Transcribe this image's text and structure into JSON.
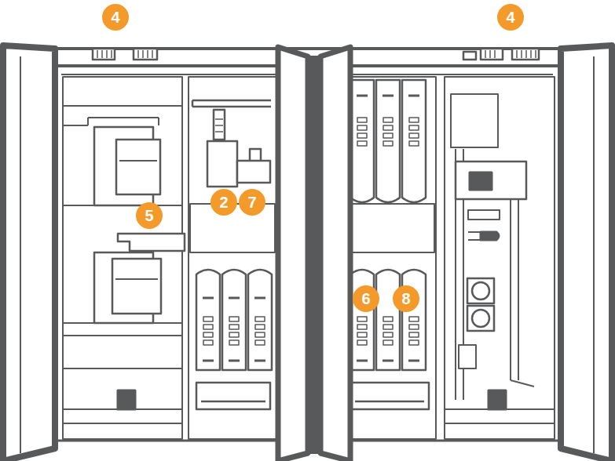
{
  "diagram": {
    "labels": [
      "4",
      "4",
      "2",
      "7",
      "5",
      "6",
      "8"
    ]
  }
}
